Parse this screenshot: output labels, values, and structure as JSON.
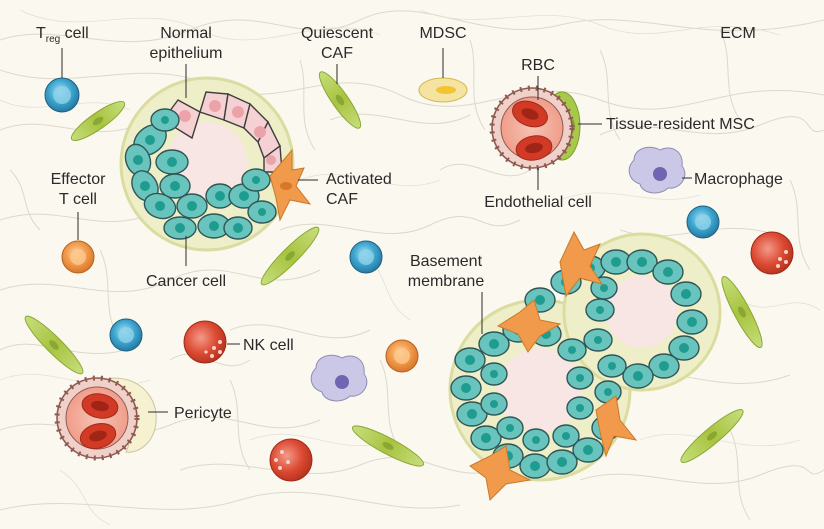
{
  "labels": {
    "treg_prefix": "T",
    "treg_sub": "reg",
    "treg_suffix": " cell",
    "normal_epithelium_1": "Normal",
    "normal_epithelium_2": "epithelium",
    "quiescent_caf_1": "Quiescent",
    "quiescent_caf_2": "CAF",
    "mdsc": "MDSC",
    "ecm": "ECM",
    "rbc": "RBC",
    "tissue_resident_msc": "Tissue-resident MSC",
    "macrophage": "Macrophage",
    "effector_t_cell_1": "Effector",
    "effector_t_cell_2": "T cell",
    "activated_caf_1": "Activated",
    "activated_caf_2": "CAF",
    "endothelial_cell": "Endothelial cell",
    "cancer_cell": "Cancer cell",
    "basement_membrane_1": "Basement",
    "basement_membrane_2": "membrane",
    "nk_cell": "NK cell",
    "pericyte": "Pericyte"
  },
  "colors": {
    "background": "#fbf8ef",
    "ecm_fiber": "#d9d6cf",
    "basement_membrane": "#eeeec6",
    "basement_membrane_edge": "#d9dca0",
    "lumen": "#f7e6e3",
    "normal_cell": "#f6d1d4",
    "normal_nucleus": "#eda6ad",
    "cancer_cell": "#69c4bd",
    "cancer_nucleus": "#1f9c90",
    "cell_outline": "#2f5656",
    "caf_quiescent": "#a9c645",
    "caf_activated": "#f0a05a",
    "t_cell_blue": "#3a9fc9",
    "effector_orange": "#ef9446",
    "rbc_red": "#d94732",
    "macrophage": "#c9c8e6",
    "mdsc": "#f4e3a0"
  }
}
